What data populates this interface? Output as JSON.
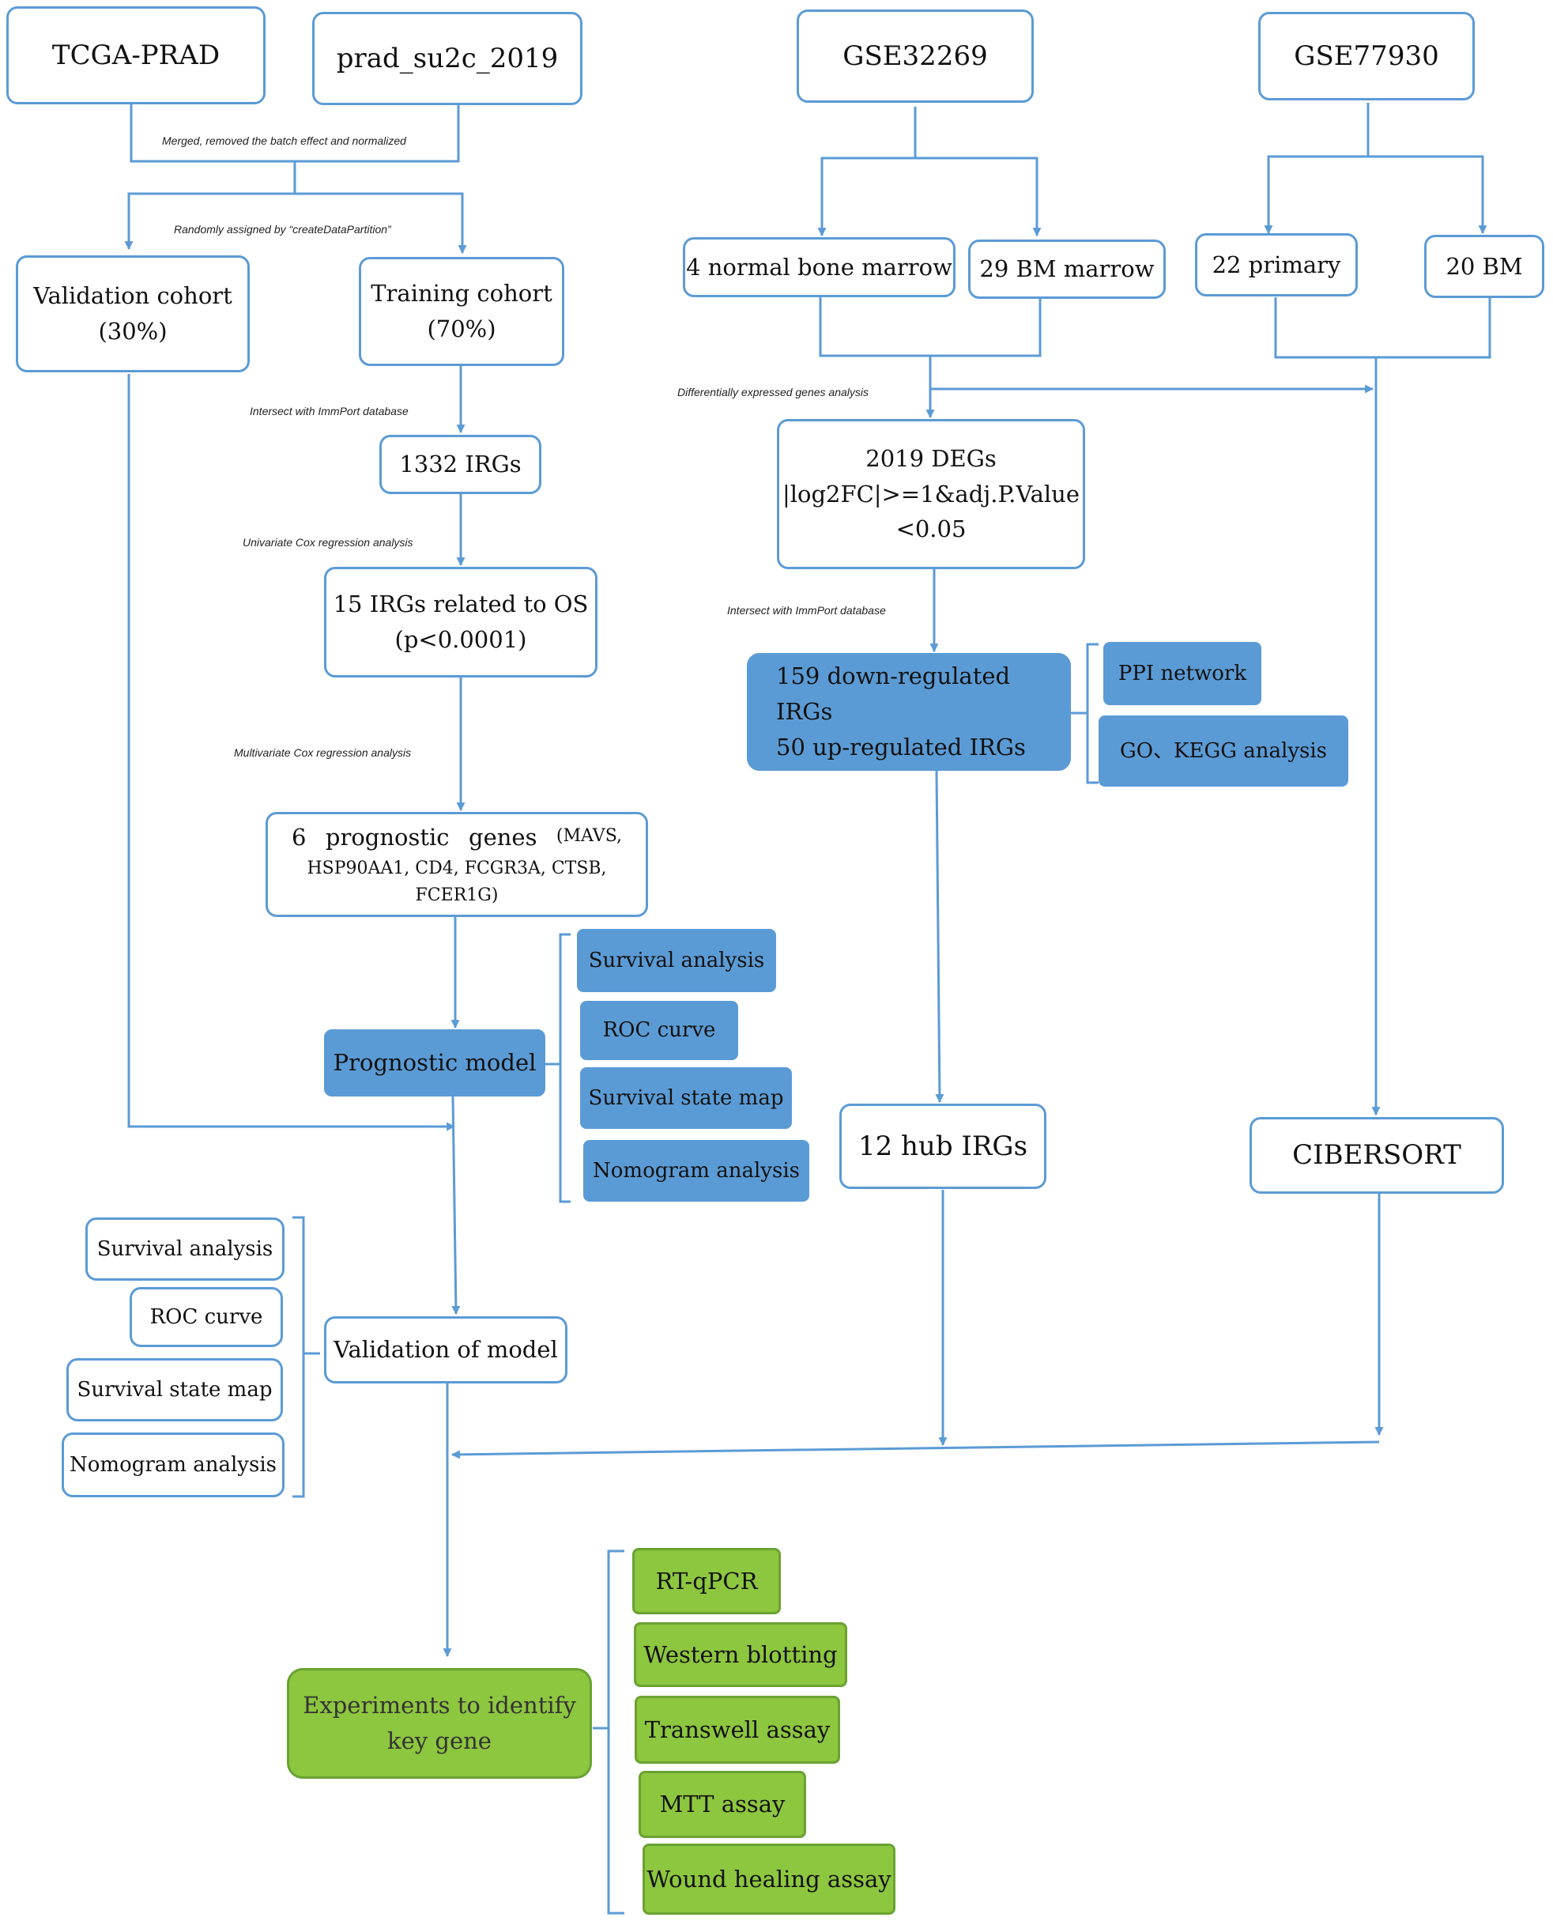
{
  "sources": {
    "tcga": "TCGA-PRAD",
    "su2c": "prad_su2c_2019",
    "gse32269": "GSE32269",
    "gse77930": "GSE77930"
  },
  "annotations": {
    "merge": "Merged, removed the batch effect and normalized",
    "partition": "Randomly assigned by “createDataPartition”",
    "immport_1": "Intersect with ImmPort database",
    "univariate": "Univariate Cox regression analysis",
    "multivariate": "Multivariate Cox regression analysis",
    "deg_analysis": "Differentially expressed genes analysis",
    "immport_2": "Intersect with ImmPort database"
  },
  "left_branch": {
    "validation_cohort": [
      "Validation cohort",
      "(30%)"
    ],
    "training_cohort": [
      "Training cohort",
      "(70%)"
    ],
    "irgs": "1332 IRGs",
    "os_irgs": [
      "15 IRGs related to OS",
      "(p<0.0001)"
    ],
    "prognostic_genes": {
      "count": "6",
      "word": "prognostic",
      "genes_word": "genes",
      "genes_open": "(MAVS,",
      "genes_rest": "HSP90AA1, CD4, FCGR3A, CTSB, FCER1G)"
    },
    "prognostic_model": "Prognostic model",
    "model_analyses": [
      "Survival analysis",
      "ROC curve",
      "Survival state map",
      "Nomogram analysis"
    ],
    "validation_of_model": "Validation of model",
    "validation_analyses": [
      "Survival analysis",
      "ROC curve",
      "Survival state map",
      "Nomogram analysis"
    ]
  },
  "right_branch": {
    "normal_bone_marrow": "4 normal bone marrow",
    "bm_marrow": "29 BM marrow",
    "primary": "22 primary",
    "bm": "20 BM",
    "degs": [
      "2019 DEGs",
      "|log2FC|>=1&adj.P.Value",
      "<0.05"
    ],
    "regulated_irgs": [
      "159 down-regulated IRGs",
      "50 up-regulated IRGs"
    ],
    "ppi": "PPI network",
    "go_kegg": "GO、KEGG analysis",
    "hub_irgs": "12 hub IRGs",
    "cibersort": "CIBERSORT"
  },
  "experiments": {
    "title": [
      "Experiments to identify",
      "key gene"
    ],
    "assays": [
      "RT-qPCR",
      "Western blotting",
      "Transwell assay",
      "MTT assay",
      "Wound healing assay"
    ]
  },
  "colors": {
    "line": "#5b9bd5",
    "box_border": "#5b9bd5",
    "blue_fill": "#5b9bd5",
    "green_fill": "#8dc63f"
  }
}
